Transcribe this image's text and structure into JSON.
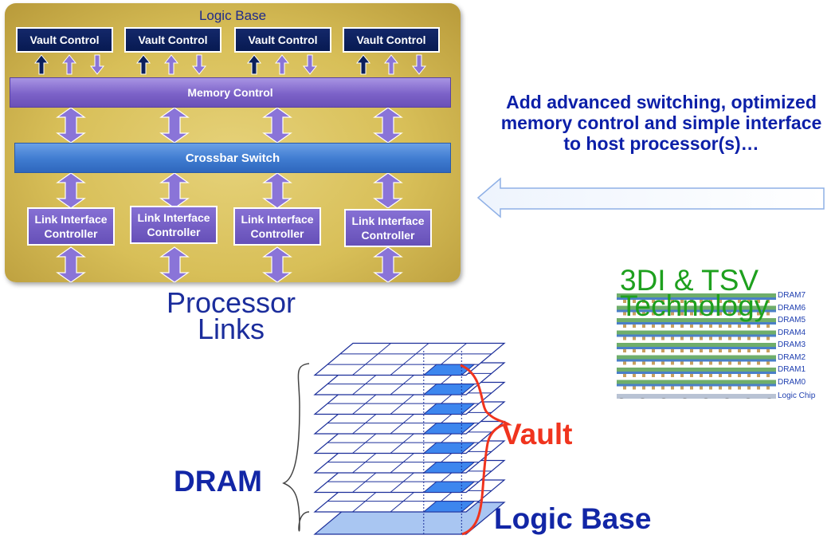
{
  "logic_panel": {
    "title": "Logic Base",
    "vault_controls": [
      "Vault Control",
      "Vault Control",
      "Vault Control",
      "Vault Control"
    ],
    "memory_control": "Memory Control",
    "crossbar_switch": "Crossbar Switch",
    "link_controllers": [
      "Link Interface Controller",
      "Link Interface Controller",
      "Link Interface Controller",
      "Link Interface Controller"
    ]
  },
  "callout": {
    "text": "Add advanced switching, optimized memory control and simple interface to host processor(s)…"
  },
  "processor_links": {
    "line1": "Processor",
    "line2": "Links"
  },
  "stack_labels": {
    "vault": "Vault",
    "dram": "DRAM",
    "logic_base": "Logic Base"
  },
  "tsv_inset": {
    "title_line1": "3DI & TSV",
    "title_line2": "Technology",
    "layers": [
      "DRAM7",
      "DRAM6",
      "DRAM5",
      "DRAM4",
      "DRAM3",
      "DRAM2",
      "DRAM1",
      "DRAM0"
    ],
    "base": "Logic Chip"
  },
  "colors": {
    "panel_gold": "#d8bf58",
    "vault_navy": "#0b1f5c",
    "memory_purple": "#7c62c8",
    "crossbar_blue": "#3f7bd0",
    "arrow_purple": "#8a74d8",
    "text_blue": "#1226a6",
    "vault_red": "#f0341e",
    "tsv_green": "#1ea01e",
    "vault_cell": "#3d86ee",
    "logic_layer": "#a9c6f2"
  }
}
